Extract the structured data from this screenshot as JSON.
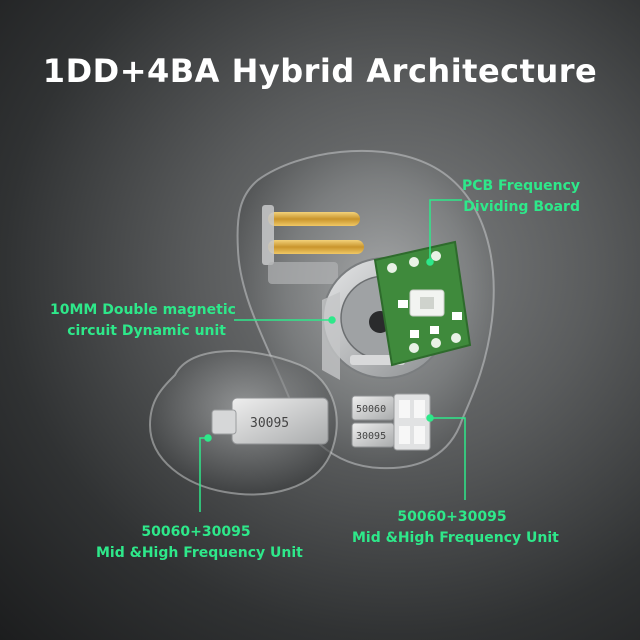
{
  "title": "1DD+4BA Hybrid Architecture",
  "callouts": {
    "pcb": {
      "line1": "PCB Frequency",
      "line2": "Dividing Board"
    },
    "dynamic": {
      "line1": "10MM Double magnetic",
      "line2": "circuit Dynamic unit"
    },
    "ba_left": {
      "line1": "50060+30095",
      "line2": "Mid &High Frequency Unit"
    },
    "ba_right": {
      "line1": "50060+30095",
      "line2": "Mid &High Frequency Unit"
    }
  },
  "component_markings": {
    "ba_left_label": "30095",
    "ba_right_top": "50060",
    "ba_right_bottom": "30095"
  },
  "colors": {
    "accent": "#2ee88a",
    "title": "#ffffff",
    "pcb": "#3f8a3c",
    "pins": "#d9a93a"
  }
}
